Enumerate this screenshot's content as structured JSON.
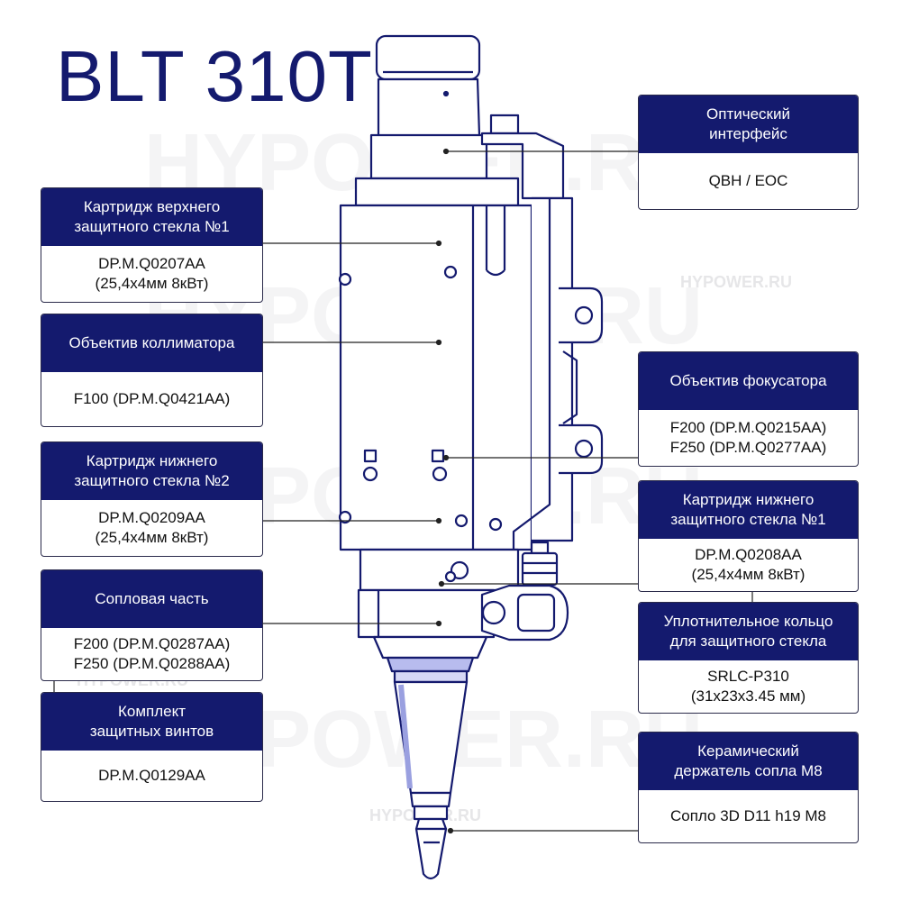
{
  "title": "BLT 310T",
  "watermark": "HYPOWER.RU",
  "labels": [
    {
      "id": "optical-interface",
      "head": "Оптический интерфейс",
      "head_lines": [
        "Оптический",
        "интерфейс"
      ],
      "body_lines": [
        "QBH / EOC"
      ]
    },
    {
      "id": "upper-glass-cartridge",
      "head_lines": [
        "Картридж верхнего",
        "защитного стекла №1"
      ],
      "body_lines": [
        "DP.M.Q0207AA",
        "(25,4x4мм 8кВт)"
      ]
    },
    {
      "id": "collimator-lens",
      "head_lines": [
        "Объектив коллиматора"
      ],
      "body_lines": [
        "F100 (DP.M.Q0421AA)"
      ]
    },
    {
      "id": "focuser-lens",
      "head_lines": [
        "Объектив фокусатора"
      ],
      "body_lines": [
        "F200 (DP.M.Q0215AA)",
        "F250 (DP.M.Q0277AA)"
      ]
    },
    {
      "id": "lower-glass-cartridge-2",
      "head_lines": [
        "Картридж нижнего",
        "защитного стекла №2"
      ],
      "body_lines": [
        "DP.M.Q0209AA",
        "(25,4x4мм 8кВт)"
      ]
    },
    {
      "id": "lower-glass-cartridge-1",
      "head_lines": [
        "Картридж нижнего",
        "защитного стекла №1"
      ],
      "body_lines": [
        "DP.M.Q0208AA",
        "(25,4x4мм 8кВт)"
      ]
    },
    {
      "id": "nozzle-part",
      "head_lines": [
        "Сопловая часть"
      ],
      "body_lines": [
        "F200 (DP.M.Q0287AA)",
        "F250 (DP.M.Q0288AA)"
      ]
    },
    {
      "id": "sealing-ring",
      "head_lines": [
        "Уплотнительное кольцо",
        "для защитного стекла"
      ],
      "body_lines": [
        "SRLC-P310",
        "(31x23x3.45 мм)"
      ]
    },
    {
      "id": "protective-screws",
      "head_lines": [
        "Комплект",
        "защитных винтов"
      ],
      "body_lines": [
        "DP.M.Q0129AA"
      ]
    },
    {
      "id": "ceramic-holder",
      "head_lines": [
        "Керамический",
        "держатель сопла М8"
      ],
      "body_lines": [
        "Сопло 3D D11 h19 M8"
      ]
    }
  ],
  "colors": {
    "header_bg": "#141a6e",
    "title": "#141a6e",
    "line": "#222222"
  }
}
